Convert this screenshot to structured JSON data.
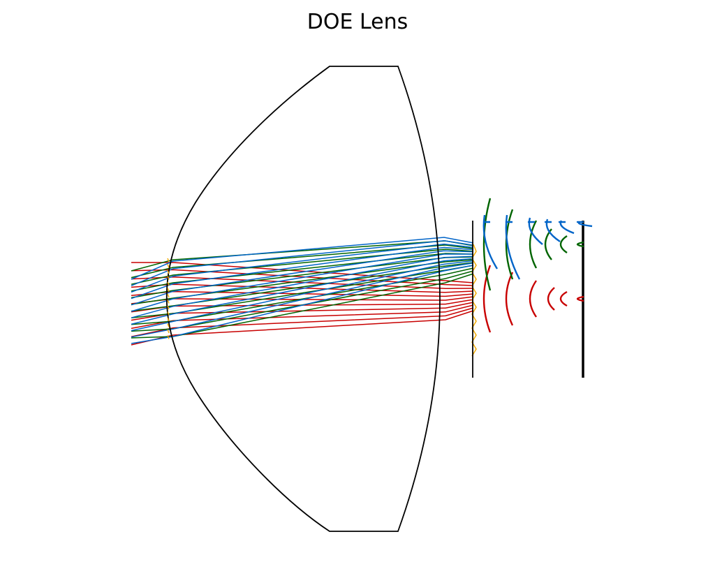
{
  "title": "DOE Lens",
  "colors": {
    "outline": "#000000",
    "doe": "#f2a900",
    "red": "#c80000",
    "green": "#006400",
    "blue": "#0064c8"
  },
  "beams": [
    {
      "name": "red"
    },
    {
      "name": "green"
    },
    {
      "name": "blue"
    }
  ]
}
